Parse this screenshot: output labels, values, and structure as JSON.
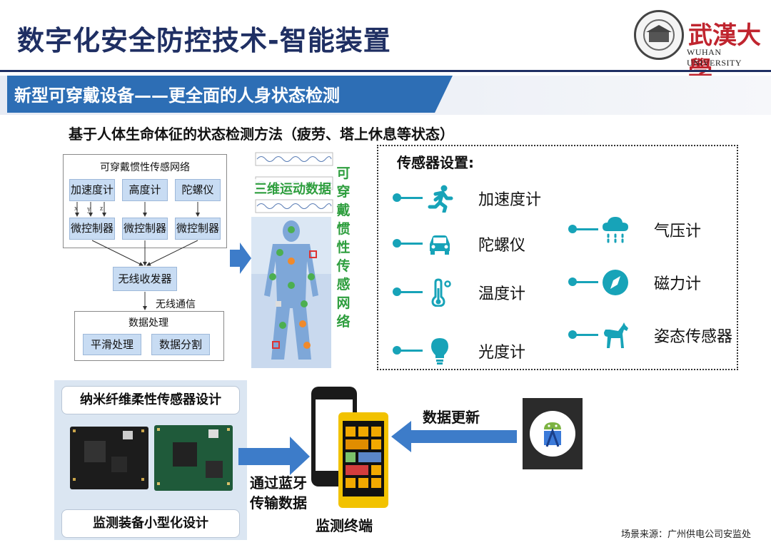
{
  "header": {
    "title": "数字化安全防控技术-智能装置",
    "logo_cn": "武漢大學",
    "logo_en": "WUHAN UNIVERSITY"
  },
  "section": {
    "banner": "新型可穿戴设备——更全面的人身状态检测",
    "subtitle": "基于人体生命体征的状态检测方法（疲劳、塔上休息等状态）"
  },
  "diagram": {
    "network_title": "可穿戴惯性传感网络",
    "sensors": [
      "加速度计",
      "高度计",
      "陀螺仪"
    ],
    "axes": [
      "x",
      "y",
      "z"
    ],
    "controllers": [
      "微控制器",
      "微控制器",
      "微控制器"
    ],
    "transceiver": "无线收发器",
    "wireless": "无线通信",
    "processing_title": "数据处理",
    "processing_items": [
      "平滑处理",
      "数据分割"
    ],
    "motion_label": "三维运动数据",
    "vertical_label": "可穿戴惯性传感网络"
  },
  "sensor_panel": {
    "title": "传感器设置:",
    "left": [
      {
        "label": "加速度计",
        "icon": "runner-icon"
      },
      {
        "label": "陀螺仪",
        "icon": "car-icon"
      },
      {
        "label": "温度计",
        "icon": "thermometer-icon"
      },
      {
        "label": "光度计",
        "icon": "lightbulb-icon"
      }
    ],
    "right": [
      {
        "label": "气压计",
        "icon": "rain-cloud-icon"
      },
      {
        "label": "磁力计",
        "icon": "compass-icon"
      },
      {
        "label": "姿态传感器",
        "icon": "horse-icon"
      }
    ]
  },
  "bottom": {
    "nano_title": "纳米纤维柔性传感器设计",
    "mini_title": "监测装备小型化设计",
    "bluetooth": [
      "通过蓝牙",
      "传输数据"
    ],
    "terminal": "监测终端",
    "update": "数据更新"
  },
  "caption": "场景来源：广州供电公司安监处",
  "colors": {
    "title": "#1f2f63",
    "banner": "#2d6eb5",
    "accent": "#17a3b8",
    "arrow": "#3d7cc9",
    "vertical_text": "#2e9e3e"
  }
}
